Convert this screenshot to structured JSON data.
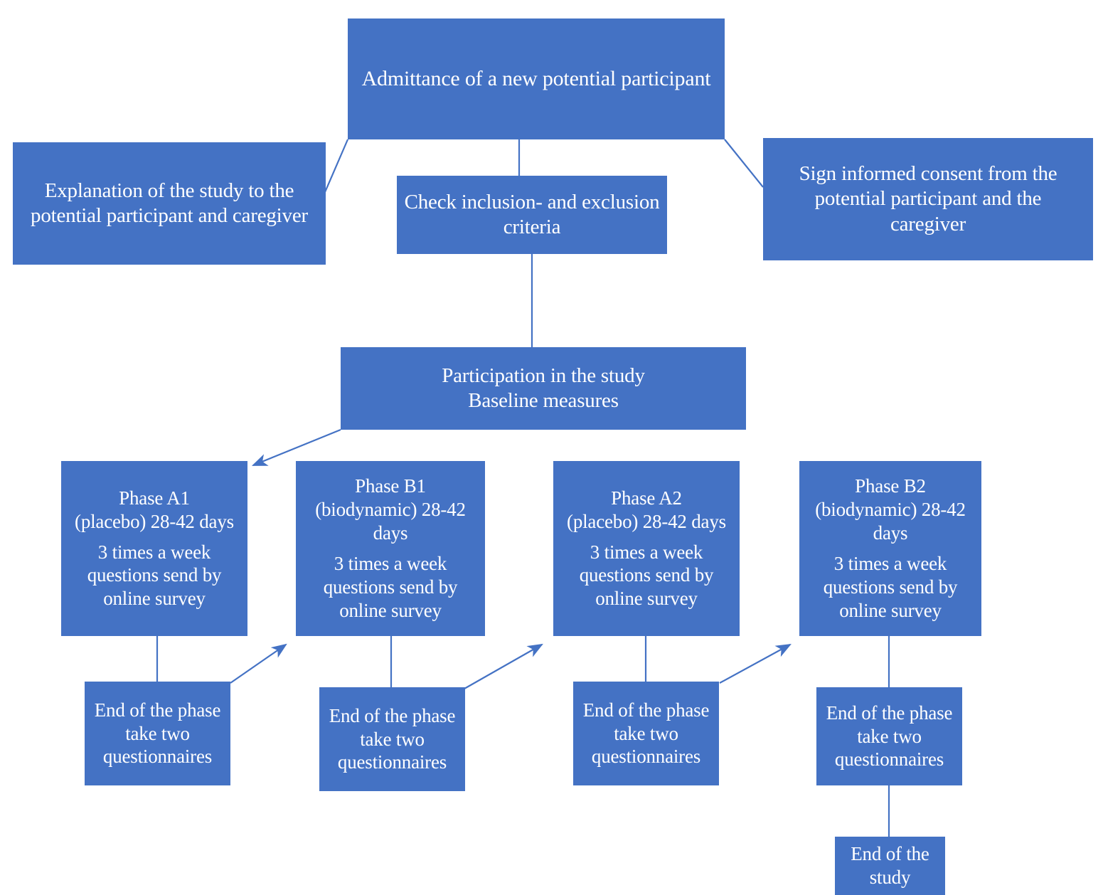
{
  "diagram": {
    "title": "Study participation flow",
    "accent_color": "#4472C4",
    "text_color": "#FFFFFF",
    "background_color": "#FFFFFF",
    "edge_color": "#4472C4"
  },
  "nodes": {
    "admittance": {
      "label": "Admittance of a new potential participant"
    },
    "explanation": {
      "line1": "Explanation of the study to the",
      "line2": "potential participant and caregiver"
    },
    "criteria": {
      "line1": "Check inclusion- and exclusion",
      "line2": "criteria"
    },
    "consent": {
      "line1": "Sign informed consent from the",
      "line2": "potential participant and the",
      "line3": "caregiver"
    },
    "participation": {
      "line1": "Participation in the study",
      "line2": "Baseline measures"
    },
    "phase_a1": {
      "name": "Phase A1",
      "arm": "(placebo)  28-42 days",
      "detail1": "3 times a week",
      "detail2": "questions send by",
      "detail3": "online survey"
    },
    "phase_b1": {
      "name": "Phase B1",
      "arm": "(biodynamic)  28-42",
      "arm2": "days",
      "detail1": "3 times a week",
      "detail2": "questions send by",
      "detail3": "online survey"
    },
    "phase_a2": {
      "name": "Phase A2",
      "arm": "(placebo) 28-42 days",
      "detail1": "3 times a week",
      "detail2": "questions send by",
      "detail3": "online survey"
    },
    "phase_b2": {
      "name": "Phase B2",
      "arm": "(biodynamic) 28-42",
      "arm2": "days",
      "detail1": "3 times a week",
      "detail2": "questions send by",
      "detail3": "online survey"
    },
    "end_phase_1": {
      "line1": "End of the phase",
      "line2": "take two",
      "line3": "questionnaires"
    },
    "end_phase_2": {
      "line1": "End of the phase",
      "line2": "take two",
      "line3": "questionnaires"
    },
    "end_phase_3": {
      "line1": "End of the phase",
      "line2": "take two",
      "line3": "questionnaires"
    },
    "end_phase_4": {
      "line1": "End of the phase",
      "line2": "take two",
      "line3": "questionnaires"
    },
    "end_study": {
      "line1": "End of the",
      "line2": "study"
    }
  }
}
